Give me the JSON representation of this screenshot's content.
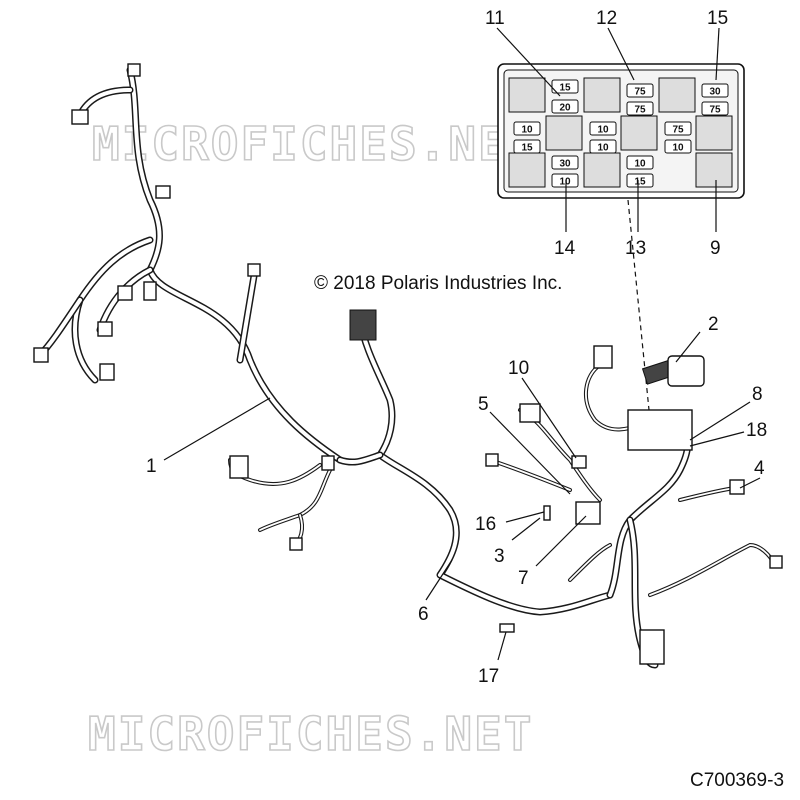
{
  "copyright": "© 2018 Polaris Industries Inc.",
  "part_number": "C700369-3",
  "watermark": "MICROFICHES.NET",
  "fuse_box": {
    "fuses": [
      "15",
      "20",
      "75",
      "75",
      "30",
      "75",
      "10",
      "15",
      "10",
      "10",
      "75",
      "10",
      "30",
      "10",
      "10",
      "15"
    ]
  },
  "callouts": {
    "c1": "1",
    "c2": "2",
    "c3": "3",
    "c4": "4",
    "c5": "5",
    "c6": "6",
    "c7": "7",
    "c8": "8",
    "c9": "9",
    "c10": "10",
    "c11": "11",
    "c12": "12",
    "c13": "13",
    "c14": "14",
    "c15": "15",
    "c16": "16",
    "c17": "17",
    "c18": "18"
  }
}
